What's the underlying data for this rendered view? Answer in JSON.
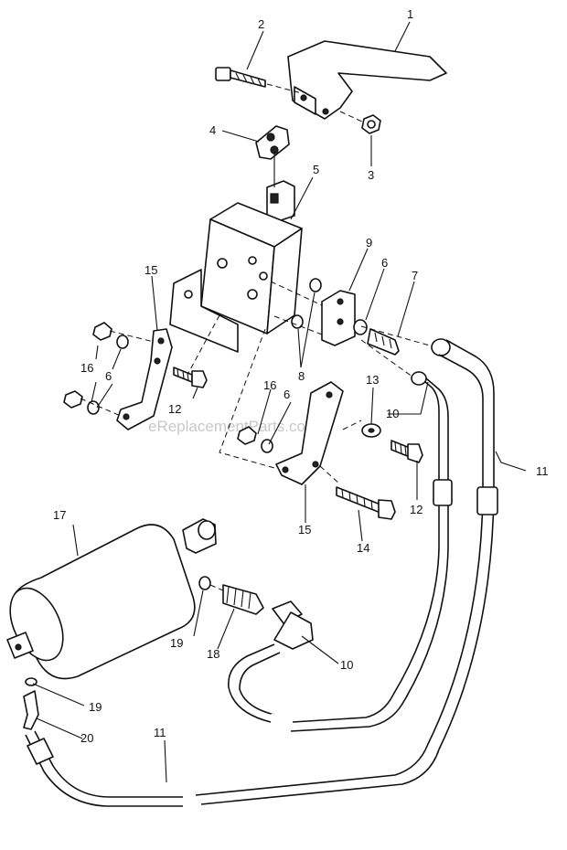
{
  "watermark": "eReplacementParts.com",
  "callouts": {
    "c1": "1",
    "c2": "2",
    "c3": "3",
    "c4": "4",
    "c5": "5",
    "c6a": "6",
    "c6b": "6",
    "c6c": "6",
    "c7": "7",
    "c8": "8",
    "c9": "9",
    "c10a": "10",
    "c10b": "10",
    "c11a": "11",
    "c11b": "11",
    "c12a": "12",
    "c12b": "12",
    "c13": "13",
    "c14": "14",
    "c15a": "15",
    "c15b": "15",
    "c16a": "16",
    "c16b": "16",
    "c17": "17",
    "c18": "18",
    "c19a": "19",
    "c19b": "19",
    "c20": "20"
  }
}
